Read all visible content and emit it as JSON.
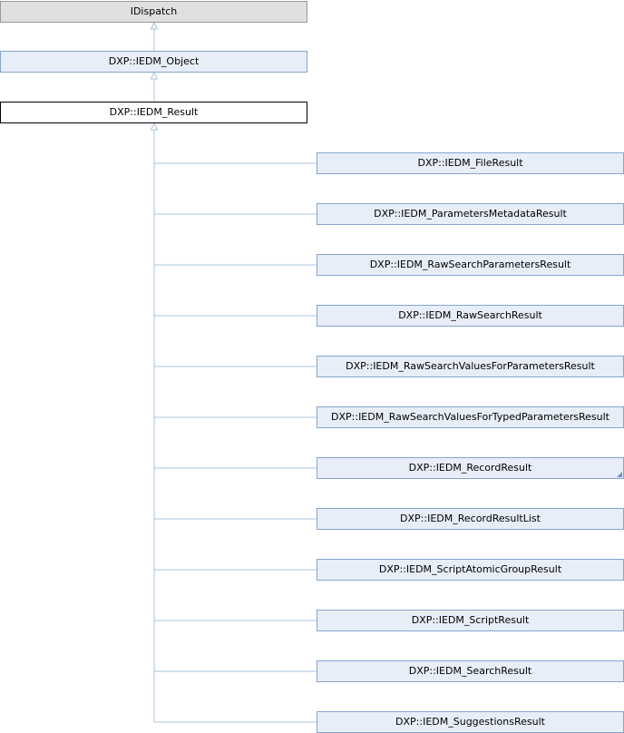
{
  "colors": {
    "edge": "#a9c3dd",
    "node_fill": "#e8eef8",
    "node_border": "#84a5cf",
    "root_fill": "#e0e0e0",
    "root_border": "#999999",
    "current_fill": "#ffffff",
    "current_border": "#000000"
  },
  "ancestors": [
    {
      "id": "idispatch",
      "label": "IDispatch",
      "kind": "root"
    },
    {
      "id": "iedm-object",
      "label": "DXP::IEDM_Object",
      "kind": "base"
    },
    {
      "id": "iedm-result",
      "label": "DXP::IEDM_Result",
      "kind": "current"
    }
  ],
  "children": [
    {
      "id": "file-result",
      "label": "DXP::IEDM_FileResult",
      "has_more": false
    },
    {
      "id": "parameters-metadata-result",
      "label": "DXP::IEDM_ParametersMetadataResult",
      "has_more": false
    },
    {
      "id": "raw-search-parameters-result",
      "label": "DXP::IEDM_RawSearchParametersResult",
      "has_more": false
    },
    {
      "id": "raw-search-result",
      "label": "DXP::IEDM_RawSearchResult",
      "has_more": false
    },
    {
      "id": "raw-search-values-for-parameters-result",
      "label": "DXP::IEDM_RawSearchValuesForParametersResult",
      "has_more": false
    },
    {
      "id": "raw-search-values-for-typed-parameters-result",
      "label": "DXP::IEDM_RawSearchValuesForTypedParametersResult",
      "has_more": false
    },
    {
      "id": "record-result",
      "label": "DXP::IEDM_RecordResult",
      "has_more": true
    },
    {
      "id": "record-result-list",
      "label": "DXP::IEDM_RecordResultList",
      "has_more": false
    },
    {
      "id": "script-atomic-group-result",
      "label": "DXP::IEDM_ScriptAtomicGroupResult",
      "has_more": false
    },
    {
      "id": "script-result",
      "label": "DXP::IEDM_ScriptResult",
      "has_more": false
    },
    {
      "id": "search-result",
      "label": "DXP::IEDM_SearchResult",
      "has_more": false
    },
    {
      "id": "suggestions-result",
      "label": "DXP::IEDM_SuggestionsResult",
      "has_more": false
    }
  ]
}
